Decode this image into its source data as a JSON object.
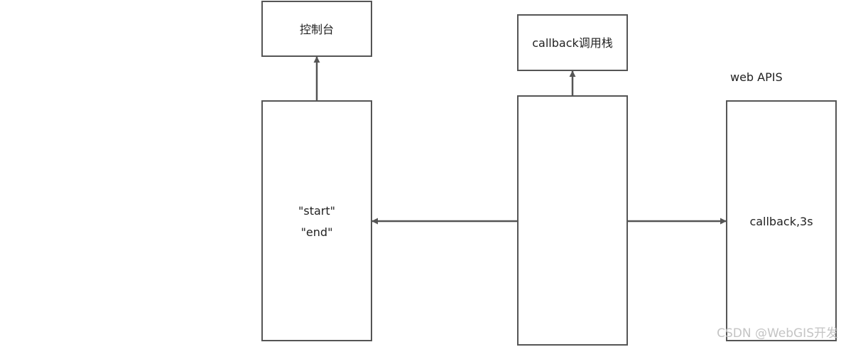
{
  "diagram": {
    "console_box": {
      "label": "控制台"
    },
    "callstack_box": {
      "label": "callback调用栈"
    },
    "webapis_title": "web APIS",
    "output_box": {
      "line1": "\"start\"",
      "line2": "\"end\""
    },
    "webapi_box": {
      "label": "callback,3s"
    }
  },
  "watermark": "CSDN @WebGIS开发"
}
